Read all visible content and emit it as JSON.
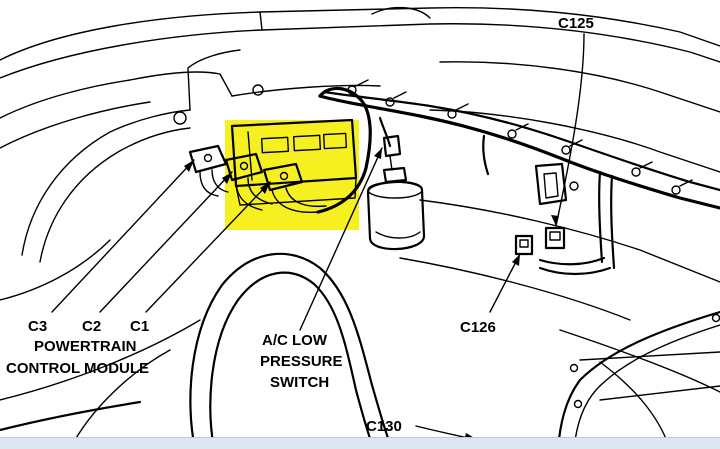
{
  "labels": {
    "c125": "C125",
    "c126": "C126",
    "c130": "C130",
    "c3": "C3",
    "c2": "C2",
    "c1": "C1",
    "pcm_line1": "POWERTRAIN",
    "pcm_line2": "CONTROL MODULE",
    "ac_line1": "A/C LOW",
    "ac_line2": "PRESSURE",
    "ac_line3": "SWITCH"
  },
  "colors": {
    "highlight": "#f6f020",
    "line": "#000000",
    "background": "#ffffff"
  }
}
